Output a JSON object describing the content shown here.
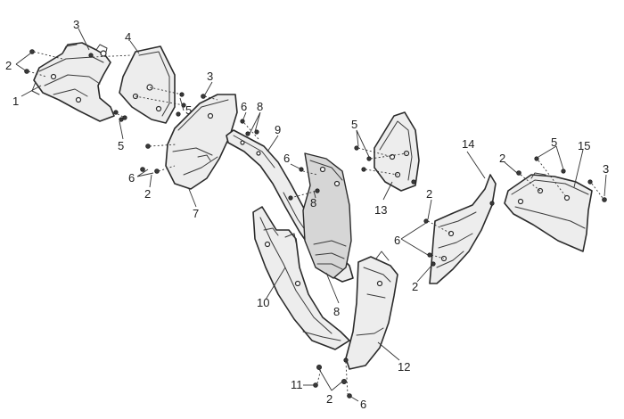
{
  "diagram": {
    "callouts": [
      "1",
      "2",
      "3",
      "4",
      "5",
      "6",
      "7",
      "8",
      "9",
      "10",
      "11",
      "12",
      "13",
      "14",
      "15"
    ]
  },
  "colors": {
    "line": "#2b2b2b",
    "panel_fill": "#ededed",
    "background": "#ffffff"
  }
}
